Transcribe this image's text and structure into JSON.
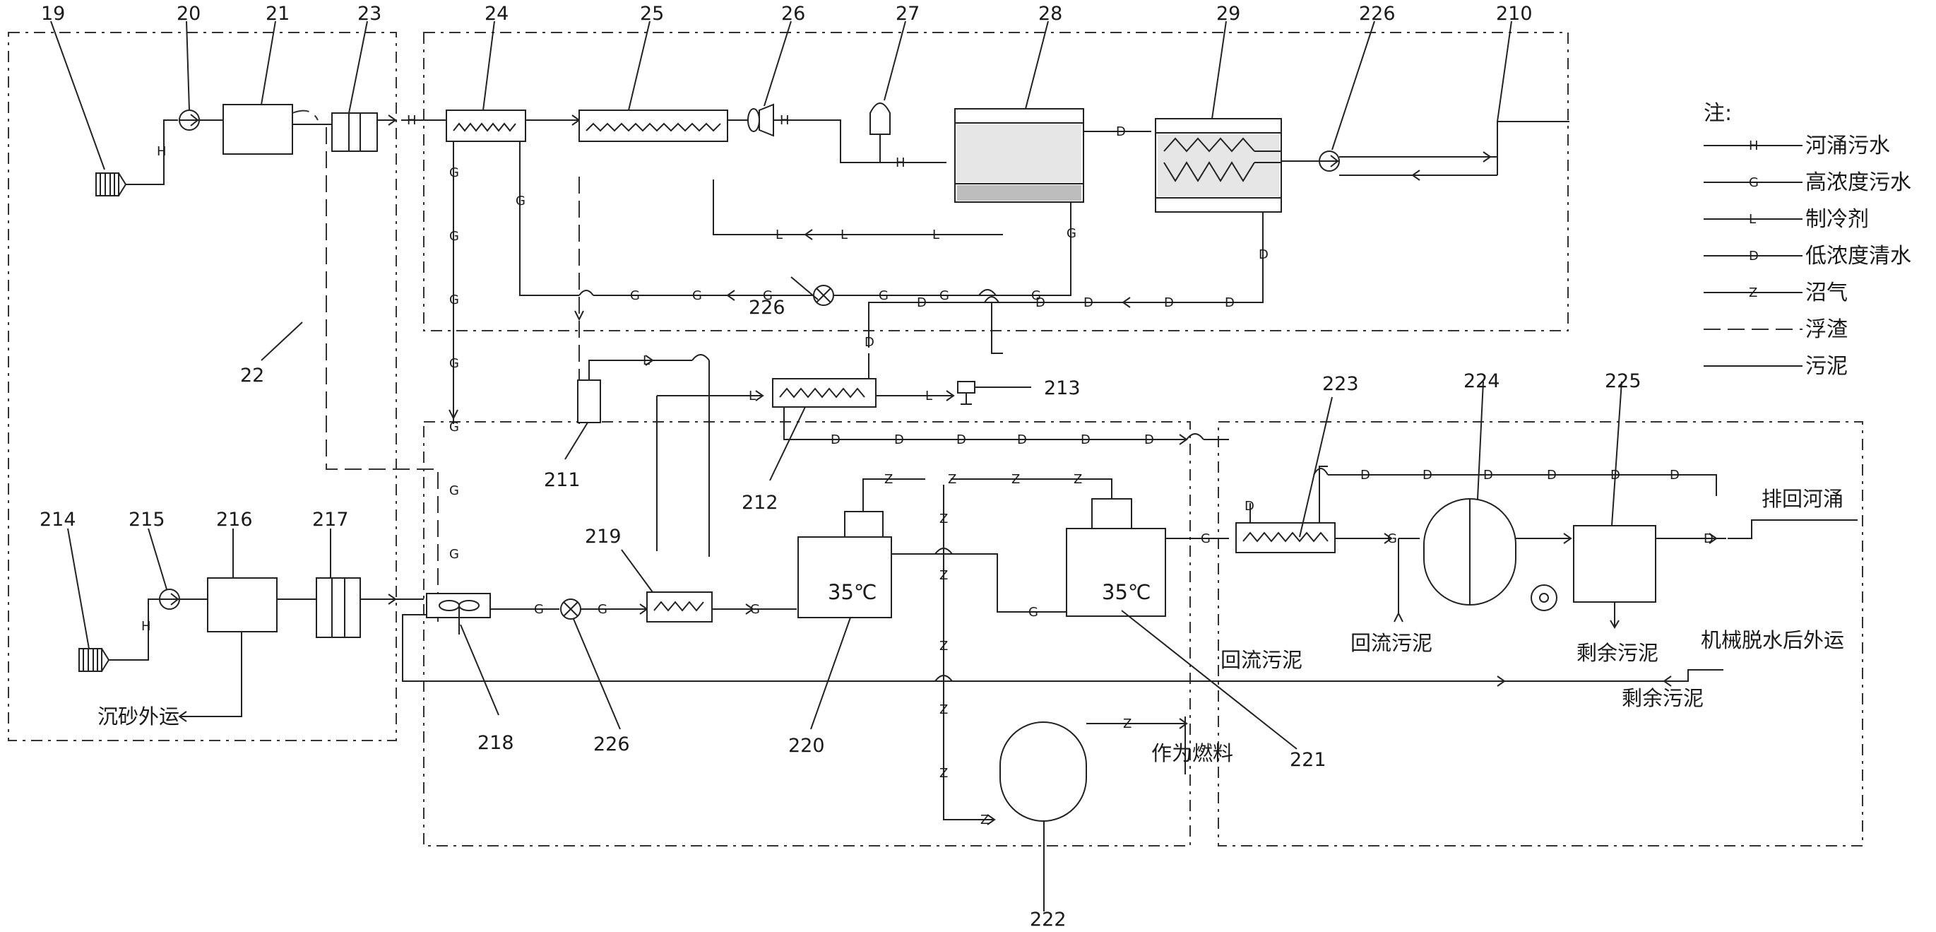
{
  "component_numbers": {
    "n19": "19",
    "n20": "20",
    "n21": "21",
    "n23": "23",
    "n24": "24",
    "n25": "25",
    "n26": "26",
    "n27": "27",
    "n28": "28",
    "n29": "29",
    "n226a": "226",
    "n210": "210",
    "n226b": "226",
    "n22": "22",
    "n211": "211",
    "n212": "212",
    "n213": "213",
    "n214": "214",
    "n215": "215",
    "n216": "216",
    "n217": "217",
    "n218": "218",
    "n219": "219",
    "n220": "220",
    "n221": "221",
    "n222": "222",
    "n223": "223",
    "n224": "224",
    "n225": "225",
    "n226c": "226"
  },
  "temperatures": {
    "t220": "35℃",
    "t221": "35℃"
  },
  "annotations": {
    "sand_out": "沉砂外运",
    "return_sludge_1": "回流污泥",
    "return_sludge_2": "回流污泥",
    "excess_sludge_1": "剩余污泥",
    "excess_sludge_2": "剩余污泥",
    "dewater_out": "机械脱水后外运",
    "as_fuel": "作为燃料",
    "discharge_back": "排回河涌"
  },
  "legend": {
    "title": "注:",
    "items": [
      {
        "code": "H",
        "label": "河涌污水"
      },
      {
        "code": "G",
        "label": "高浓度污水"
      },
      {
        "code": "L",
        "label": "制冷剂"
      },
      {
        "code": "D",
        "label": "低浓度清水"
      },
      {
        "code": "Z",
        "label": "沼气"
      },
      {
        "code": "",
        "label": "浮渣"
      },
      {
        "code": "",
        "label": "污泥"
      }
    ]
  },
  "line_codes": {
    "H": "H",
    "G": "G",
    "L": "L",
    "D": "D",
    "Z": "Z"
  }
}
